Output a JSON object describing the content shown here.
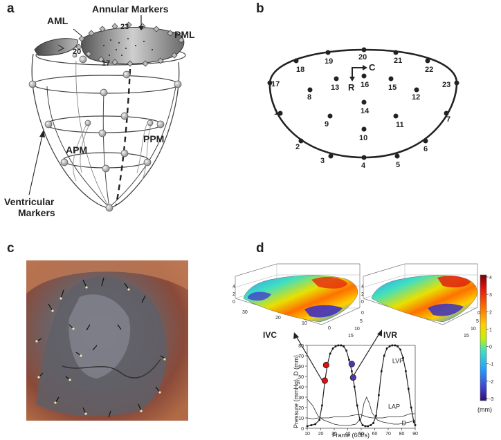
{
  "panels": {
    "a": {
      "label": "a",
      "annular_markers": "Annular Markers",
      "aml": "AML",
      "pml": "PML",
      "marker_23": "23",
      "marker_20": "20",
      "marker_17": "17",
      "apm": "APM",
      "ppm": "PPM",
      "ventricular_line1": "Ventricular",
      "ventricular_line2": "Markers"
    },
    "b": {
      "label": "b",
      "direction_c": "C",
      "direction_r": "R",
      "markers": [
        "1",
        "2",
        "3",
        "4",
        "5",
        "6",
        "7",
        "8",
        "9",
        "10",
        "11",
        "12",
        "13",
        "14",
        "15",
        "16",
        "17",
        "18",
        "19",
        "20",
        "21",
        "22",
        "23"
      ]
    },
    "c": {
      "label": "c"
    },
    "d": {
      "label": "d",
      "ivc": "IVC",
      "ivr": "IVR",
      "colorbar_ticks": [
        "4",
        "3",
        "2",
        "1",
        "0",
        "-1",
        "-2",
        "-3"
      ],
      "colorbar_unit": "(mm)",
      "colors": [
        "#7a0000",
        "#e01010",
        "#ff6a00",
        "#ffd000",
        "#c8f000",
        "#40e0c0",
        "#20a0ff",
        "#4040d0",
        "#301070"
      ]
    }
  },
  "chart_data": {
    "type": "line",
    "xlabel": "Frame (60f/s)",
    "ylabel": "Pressure (mmHg), D (mm)",
    "xlim": [
      10,
      90
    ],
    "ylim": [
      0,
      80
    ],
    "x_ticks": [
      "10",
      "20",
      "30",
      "40",
      "50",
      "60",
      "70",
      "80",
      "90"
    ],
    "y_ticks": [
      "0",
      "10",
      "20",
      "30",
      "40",
      "50",
      "60",
      "70",
      "80"
    ],
    "series": [
      {
        "name": "LVP",
        "x": [
          10,
          13,
          16,
          19,
          21,
          23,
          25,
          27,
          29,
          31,
          33,
          35,
          37,
          39,
          41,
          43,
          45,
          47,
          49,
          51,
          53,
          55,
          57,
          59,
          61,
          63,
          65,
          67,
          69,
          71,
          73,
          75,
          77,
          79,
          81,
          83,
          85,
          87,
          89,
          90
        ],
        "y": [
          2,
          3,
          4,
          8,
          22,
          45,
          62,
          72,
          77,
          79,
          80,
          80,
          79,
          75,
          66,
          55,
          40,
          22,
          8,
          3,
          2,
          2,
          3,
          5,
          12,
          32,
          55,
          70,
          77,
          79,
          80,
          80,
          79,
          76,
          68,
          55,
          38,
          20,
          6,
          3
        ]
      },
      {
        "name": "LAP",
        "x": [
          10,
          14,
          18,
          22,
          26,
          30,
          34,
          38,
          42,
          46,
          50,
          54,
          58,
          62,
          66,
          70,
          74,
          78,
          82,
          86,
          90
        ],
        "y": [
          10,
          9,
          10,
          10,
          10,
          11,
          11,
          11,
          12,
          13,
          13,
          11,
          10,
          10,
          10,
          11,
          11,
          11,
          12,
          14,
          14
        ]
      },
      {
        "name": "D",
        "x": [
          10,
          14,
          18,
          22,
          26,
          30,
          34,
          38,
          42,
          46,
          50,
          52,
          54,
          56,
          58,
          62,
          66,
          70,
          74,
          78,
          82,
          86,
          90
        ],
        "y": [
          28,
          22,
          12,
          8,
          6,
          4,
          3,
          3,
          3,
          4,
          10,
          24,
          30,
          24,
          15,
          8,
          6,
          5,
          4,
          4,
          5,
          6,
          8
        ]
      }
    ],
    "markers": [
      {
        "series": "LVP",
        "x": 24,
        "y": 61,
        "color": "#dd1111"
      },
      {
        "series": "LVP",
        "x": 23,
        "y": 46,
        "color": "#dd1111"
      },
      {
        "series": "LVP",
        "x": 43,
        "y": 62,
        "color": "#5533bb"
      },
      {
        "series": "LVP",
        "x": 44,
        "y": 49,
        "color": "#5533bb"
      }
    ]
  }
}
